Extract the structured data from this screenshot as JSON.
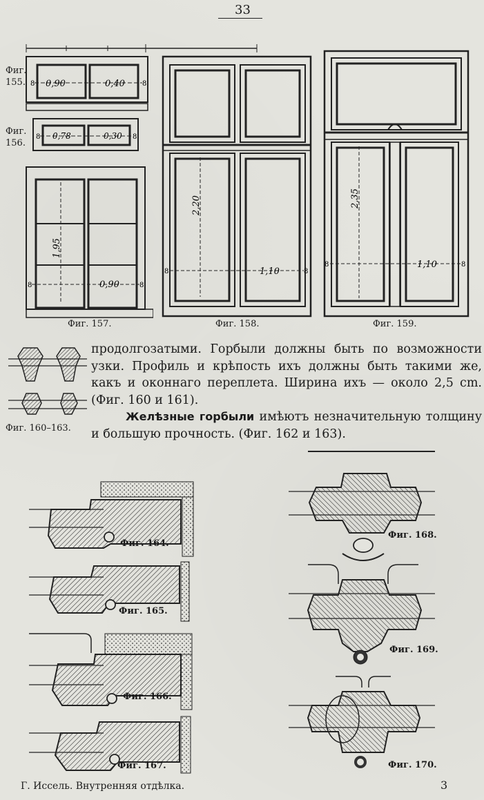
{
  "page_number": "33",
  "window_figures": {
    "fig155": {
      "label": "Фиг.\n155.",
      "dim_left": "0,90",
      "dim_right": "0,40",
      "edge": "8"
    },
    "fig156": {
      "label": "Фиг.\n156.",
      "dim_left": "0,78",
      "dim_right": "0,30",
      "edge": "8"
    },
    "fig157": {
      "label": "Фиг. 157.",
      "height": "1,95",
      "width": "0,90",
      "edge": "8"
    },
    "fig158": {
      "label": "Фиг. 158.",
      "height": "2,20",
      "width": "1,10",
      "edge": "8"
    },
    "fig159": {
      "label": "Фиг. 159.",
      "height": "2,35",
      "width": "1,10",
      "edge": "8"
    }
  },
  "profile_figure_label": "Фиг. 160–163.",
  "body": {
    "p1": "продолгозатыми. Горбыли должны быть по возможности узки. Профиль и крѣпость ихъ должны быть такими же, какъ и оконнаго переплета. Ширина ихъ — около 2,5 cm. (Фиг. 160 и 161).",
    "p2_bold": "Желѣзные горбыли",
    "p2_rest": " имѣютъ незначительную толщину и большую прочность. (Фиг. 162 и 163)."
  },
  "section_labels": {
    "f164": "Фиг. 164.",
    "f165": "Фиг. 165.",
    "f166": "Фиг. 166.",
    "f167": "Фиг. 167.",
    "f168": "Фиг. 168.",
    "f169": "Фиг. 169.",
    "f170": "Фиг. 170."
  },
  "footer": {
    "left": "Г. Иссель. Внутренняя отдѣлка.",
    "right": "3"
  }
}
